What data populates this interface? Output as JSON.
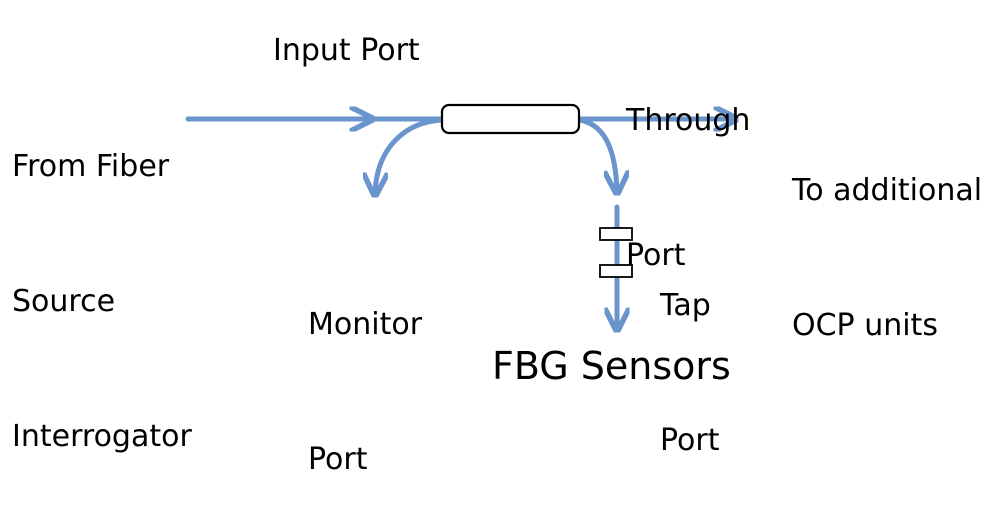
{
  "labels": {
    "source": [
      "From Fiber",
      "Source",
      "Interrogator"
    ],
    "input_port": "Input Port",
    "through_port": [
      "Through",
      "Port"
    ],
    "to_additional": [
      "To additional",
      "OCP units"
    ],
    "monitor_port": [
      "Monitor",
      "Port"
    ],
    "tap_port": [
      "Tap",
      "Port"
    ],
    "fbg_sensors": "FBG Sensors"
  },
  "colors": {
    "fiber": "#6a95cc",
    "coupler_stroke": "#000000",
    "coupler_fill": "#ffffff"
  }
}
